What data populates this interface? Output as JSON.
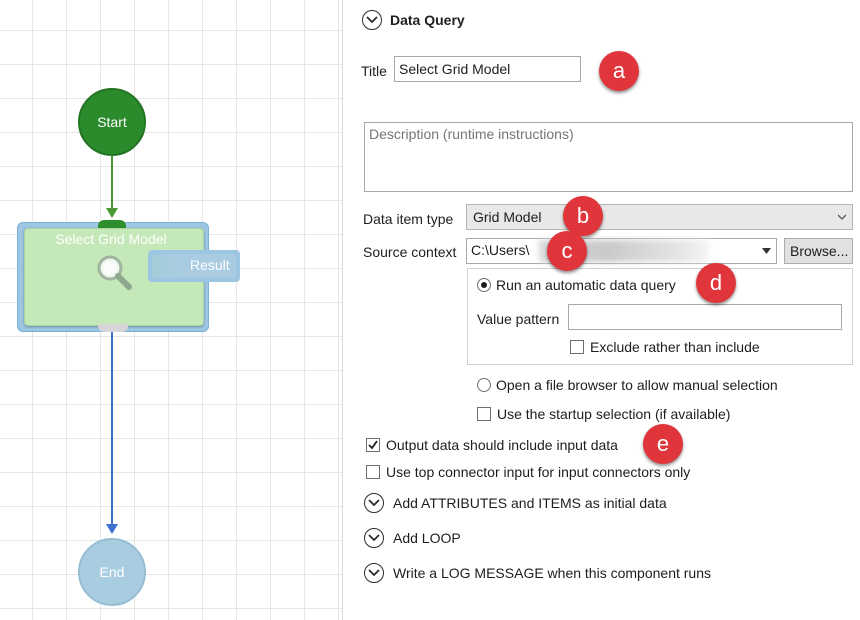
{
  "workflow": {
    "start_label": "Start",
    "end_label": "End",
    "component_title": "Select Grid Model",
    "result_label": "Result",
    "colors": {
      "start": "#2b8a2b",
      "end": "#a9cde0",
      "flow_in": "#4a9a33",
      "flow_out": "#3b6fd0"
    }
  },
  "panel": {
    "section_title": "Data Query",
    "title_label": "Title",
    "title_value": "Select Grid Model",
    "description_placeholder": "Description (runtime instructions)",
    "data_item_type_label": "Data item type",
    "data_item_type_value": "Grid Model",
    "source_context_label": "Source context",
    "source_context_value": "C:\\Users\\",
    "browse_label": "Browse...",
    "run_query_label": "Run an automatic data query",
    "value_pattern_label": "Value pattern",
    "value_pattern_value": "",
    "exclude_label": "Exclude rather than include",
    "file_browser_label": "Open a file browser to allow manual selection",
    "startup_selection_label": "Use the startup selection (if available)",
    "output_include_label": "Output data should include input data",
    "top_connector_label": "Use top connector input for input connectors only",
    "add_attributes_label": "Add ATTRIBUTES and ITEMS as initial data",
    "add_loop_label": "Add LOOP",
    "log_message_label": "Write a LOG MESSAGE when this component runs",
    "state": {
      "run_query_selected": true,
      "file_browser_selected": false,
      "exclude_checked": false,
      "startup_selection_checked": false,
      "output_include_checked": true,
      "top_connector_checked": false
    }
  },
  "annotations": [
    "a",
    "b",
    "c",
    "d",
    "e"
  ],
  "colors": {
    "badge": "#e0363b"
  }
}
